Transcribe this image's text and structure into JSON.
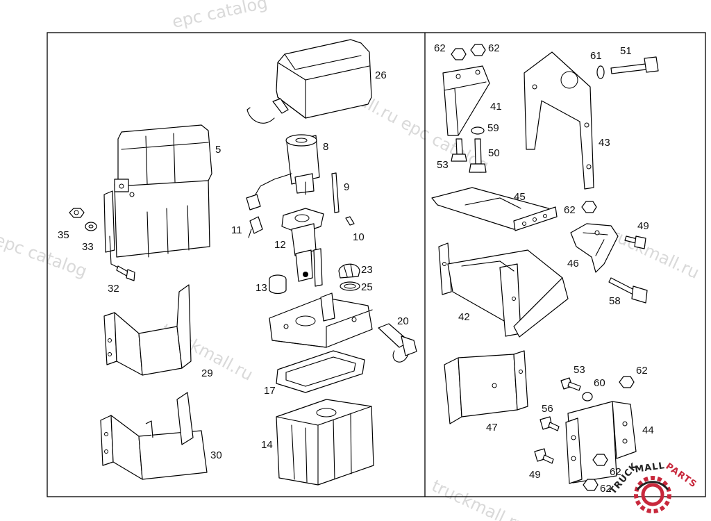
{
  "watermark": {
    "text_epc": "epc catalog",
    "text_ru": "truckmall.ru epc catalog",
    "text_ru_short": "truckmall.ru",
    "text_catalog": "catalog"
  },
  "logo": {
    "text_truck": "TRUCK",
    "text_mall": "MALL",
    "text_parts": "PARTS",
    "colors": {
      "dark": "#222222",
      "accent": "#c8283c"
    }
  },
  "callouts": {
    "c5": "5",
    "c8": "8",
    "c9": "9",
    "c10": "10",
    "c11": "11",
    "c12": "12",
    "c13": "13",
    "c14": "14",
    "c17": "17",
    "c20": "20",
    "c23": "23",
    "c25": "25",
    "c26": "26",
    "c29": "29",
    "c30": "30",
    "c32": "32",
    "c33": "33",
    "c35": "35",
    "c41": "41",
    "c42": "42",
    "c43": "43",
    "c44": "44",
    "c45": "45",
    "c46": "46",
    "c47": "47",
    "c49a": "49",
    "c49b": "49",
    "c50": "50",
    "c51": "51",
    "c53a": "53",
    "c53b": "53",
    "c56": "56",
    "c58": "58",
    "c59": "59",
    "c60": "60",
    "c61": "61",
    "c62a": "62",
    "c62b": "62",
    "c62c": "62",
    "c62d": "62",
    "c62e": "62",
    "c62f": "62"
  }
}
